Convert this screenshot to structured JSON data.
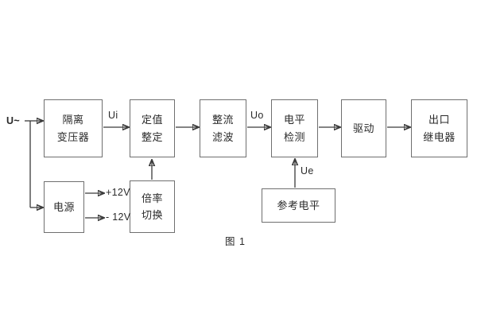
{
  "figure": {
    "caption": "图 1",
    "background_color": "#ffffff",
    "box_border_color": "#6f6f6f",
    "wire_color": "#3a3a3a",
    "text_color": "#2a2a2a"
  },
  "blocks": [
    {
      "id": "isolation-transformer",
      "lines": [
        "隔离",
        "变压器"
      ]
    },
    {
      "id": "setpoint-setting",
      "lines": [
        "定值",
        "整定"
      ]
    },
    {
      "id": "rectify-filter",
      "lines": [
        "整流",
        "滤波"
      ]
    },
    {
      "id": "level-detection",
      "lines": [
        "电平",
        "检测"
      ]
    },
    {
      "id": "drive",
      "lines": [
        "驱动"
      ]
    },
    {
      "id": "output-relay",
      "lines": [
        "出口",
        "继电器"
      ]
    },
    {
      "id": "power-supply",
      "lines": [
        "电源"
      ]
    },
    {
      "id": "multiplier-switch",
      "lines": [
        "倍率",
        "切换"
      ]
    },
    {
      "id": "reference-level",
      "lines": [
        "参考电平"
      ]
    }
  ],
  "labels": {
    "input_source": "U~",
    "ui": "Ui",
    "uo": "Uo",
    "ue": "Ue",
    "supply_pos": "+12V",
    "supply_neg": "- 12V"
  }
}
